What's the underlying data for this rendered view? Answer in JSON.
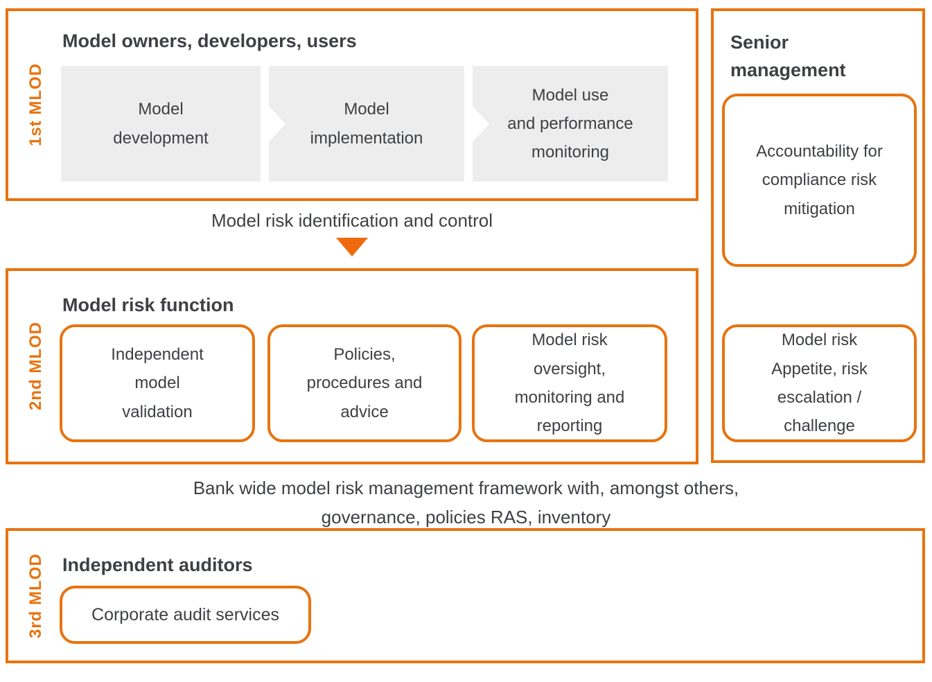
{
  "colors": {
    "accent": "#E8730F",
    "arrow": "#EF6A0C",
    "step_fill": "#EDEDED",
    "text": "#3E4043",
    "background": "#FFFFFF"
  },
  "lane1": {
    "mlod": "1st MLOD",
    "title": "Model owners, developers, users",
    "steps": [
      {
        "label": "Model\ndevelopment"
      },
      {
        "label": "Model\nimplementation"
      },
      {
        "label": "Model use\nand performance\nmonitoring"
      }
    ]
  },
  "flow": {
    "label": "Model risk identification and control"
  },
  "lane2": {
    "mlod": "2nd MLOD",
    "title": "Model risk function",
    "cards": [
      {
        "label": "Independent\nmodel\nvalidation"
      },
      {
        "label": "Policies,\nprocedures and\nadvice"
      },
      {
        "label": "Model risk\noversight,\nmonitoring and\nreporting"
      }
    ]
  },
  "senior": {
    "title": "Senior\nmanagement",
    "cards": [
      {
        "label": "Accountability for\ncompliance risk\nmitigation"
      },
      {
        "label": "Model risk\nAppetite, risk\nescalation /\nchallenge"
      }
    ]
  },
  "framework_note": "Bank wide model risk management framework with, amongst others,\ngovernance, policies RAS, inventory",
  "lane3": {
    "mlod": "3rd MLOD",
    "title": "Independent auditors",
    "cards": [
      {
        "label": "Corporate audit services"
      }
    ]
  }
}
